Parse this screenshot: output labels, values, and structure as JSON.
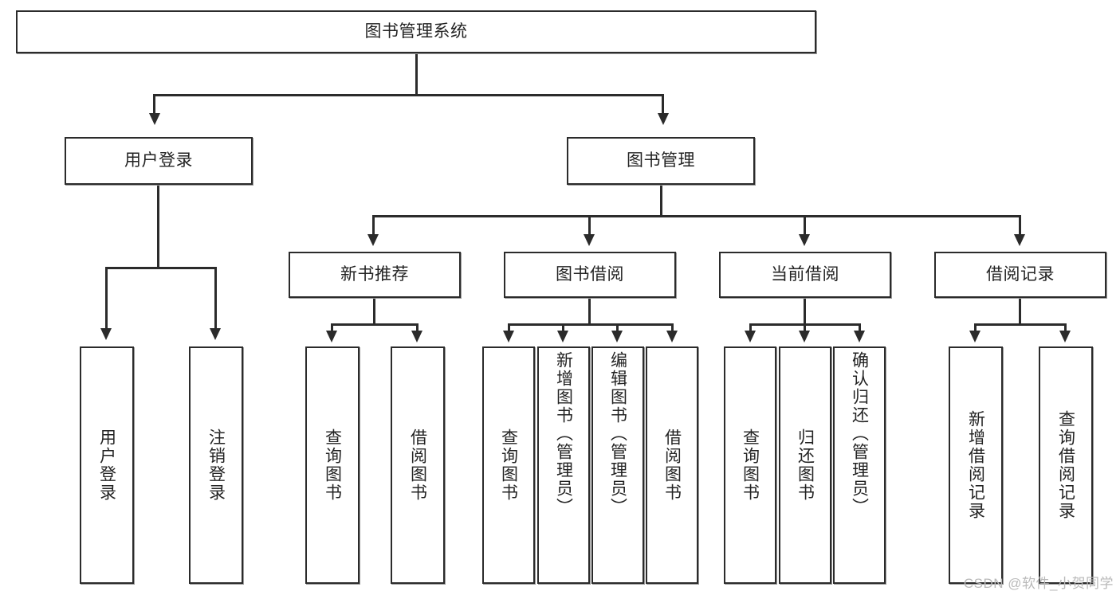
{
  "diagram": {
    "type": "tree-hierarchy",
    "title": "图书管理系统",
    "watermark": "CSDN @软件_小贺同学",
    "colors": {
      "box_border": "#2b2b2b",
      "box_fill": "#ffffff",
      "connector": "#2b2b2b",
      "text": "#232323",
      "watermark": "#b9b9b9"
    },
    "levels": {
      "root": {
        "label": "图书管理系统"
      },
      "level2": [
        {
          "label": "用户登录"
        },
        {
          "label": "图书管理"
        }
      ],
      "level3": [
        {
          "label": "新书推荐"
        },
        {
          "label": "图书借阅"
        },
        {
          "label": "当前借阅"
        },
        {
          "label": "借阅记录"
        }
      ],
      "leaves": {
        "user_login": [
          {
            "label": "用户登录"
          },
          {
            "label": "注销登录"
          }
        ],
        "new_book_recommend": [
          {
            "label": "查询图书"
          },
          {
            "label": "借阅图书"
          }
        ],
        "book_borrow": [
          {
            "label": "查询图书"
          },
          {
            "label": "新增图书（管理员）"
          },
          {
            "label": "编辑图书（管理员）"
          },
          {
            "label": "借阅图书"
          }
        ],
        "current_borrow": [
          {
            "label": "查询图书"
          },
          {
            "label": "归还图书"
          },
          {
            "label": "确认归还（管理员）"
          }
        ],
        "borrow_records": [
          {
            "label": "新增借阅记录"
          },
          {
            "label": "查询借阅记录"
          }
        ]
      }
    }
  }
}
